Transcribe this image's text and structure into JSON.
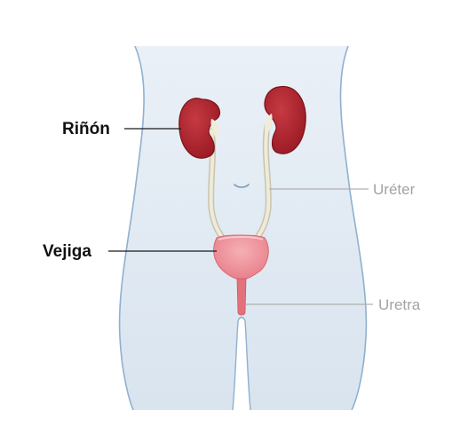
{
  "labels": {
    "kidney": "Riñón",
    "ureter": "Uréter",
    "bladder": "Vejiga",
    "urethra": "Uretra"
  },
  "colors": {
    "body_fill": "#dfe8f2",
    "body_outline": "#8fb0cf",
    "kidney": "#b8252e",
    "kidney_dark": "#8e1520",
    "ureter": "#eeead8",
    "bladder": "#ef8f98",
    "leader_dark": "#1a1a1a",
    "leader_light": "#b0b0b0"
  }
}
